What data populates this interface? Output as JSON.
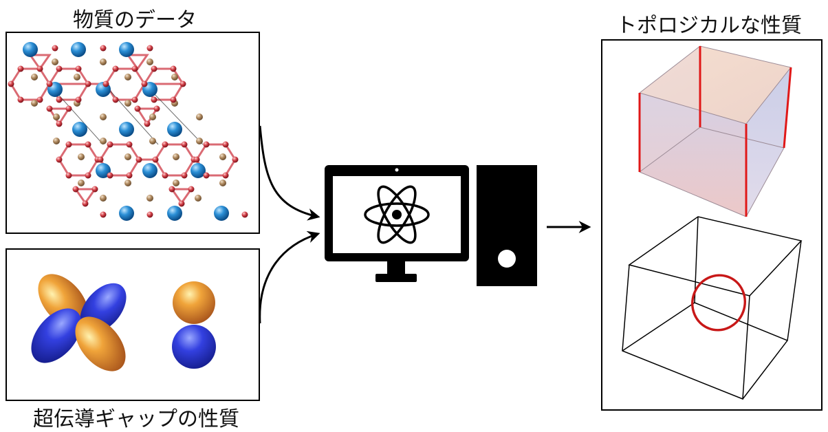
{
  "labels": {
    "material_data": "物質のデータ",
    "superconducting_gap": "超伝導ギャップの性質",
    "topological_properties": "トポロジカルな性質"
  },
  "icons": {
    "computer": "monitor-with-atom-icon",
    "tower": "pc-tower-icon"
  },
  "colors": {
    "atom_blue": "#2a8fd0",
    "atom_brown": "#b08a60",
    "atom_red": "#d0404a",
    "bond_red": "#d65a64",
    "edge_red": "#e01818",
    "ink": "#000000"
  }
}
